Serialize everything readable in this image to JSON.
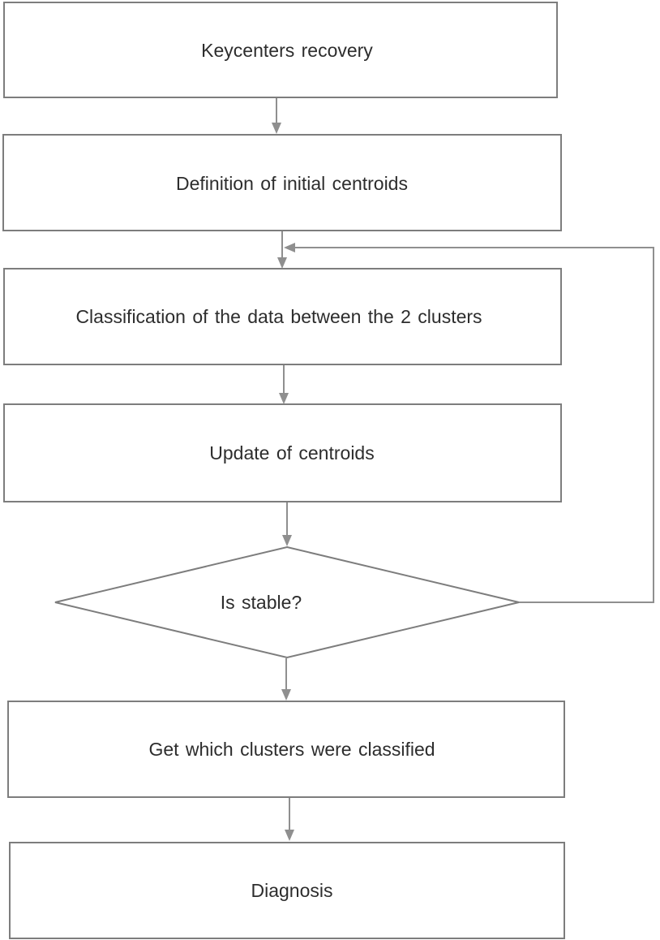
{
  "diagram": {
    "type": "flowchart",
    "direction": "top-down",
    "nodes": [
      {
        "id": "keycenters-recovery",
        "shape": "rectangle",
        "label": "Keycenters recovery"
      },
      {
        "id": "definition-of-initial-centroids",
        "shape": "rectangle",
        "label": "Definition of initial centroids"
      },
      {
        "id": "classification-of-data",
        "shape": "rectangle",
        "label": "Classification of the data between the 2 clusters"
      },
      {
        "id": "update-of-centroids",
        "shape": "rectangle",
        "label": "Update of centroids"
      },
      {
        "id": "is-stable",
        "shape": "diamond",
        "label": "Is stable?"
      },
      {
        "id": "get-clusters-classified",
        "shape": "rectangle",
        "label": "Get which clusters were classified"
      },
      {
        "id": "diagnosis",
        "shape": "rectangle",
        "label": "Diagnosis"
      }
    ],
    "edges": [
      {
        "from": "keycenters-recovery",
        "to": "definition-of-initial-centroids"
      },
      {
        "from": "definition-of-initial-centroids",
        "to": "classification-of-data"
      },
      {
        "from": "classification-of-data",
        "to": "update-of-centroids"
      },
      {
        "from": "update-of-centroids",
        "to": "is-stable"
      },
      {
        "from": "is-stable",
        "to": "classification-of-data",
        "route": "loop-right-side"
      },
      {
        "from": "is-stable",
        "to": "get-clusters-classified"
      },
      {
        "from": "get-clusters-classified",
        "to": "diagnosis"
      }
    ],
    "colors": {
      "background": "#ffffff",
      "node_fill": "#ffffff",
      "node_border": "#7d7d7d",
      "connector": "#8f8f8f",
      "text": "#2d2d2d"
    }
  }
}
